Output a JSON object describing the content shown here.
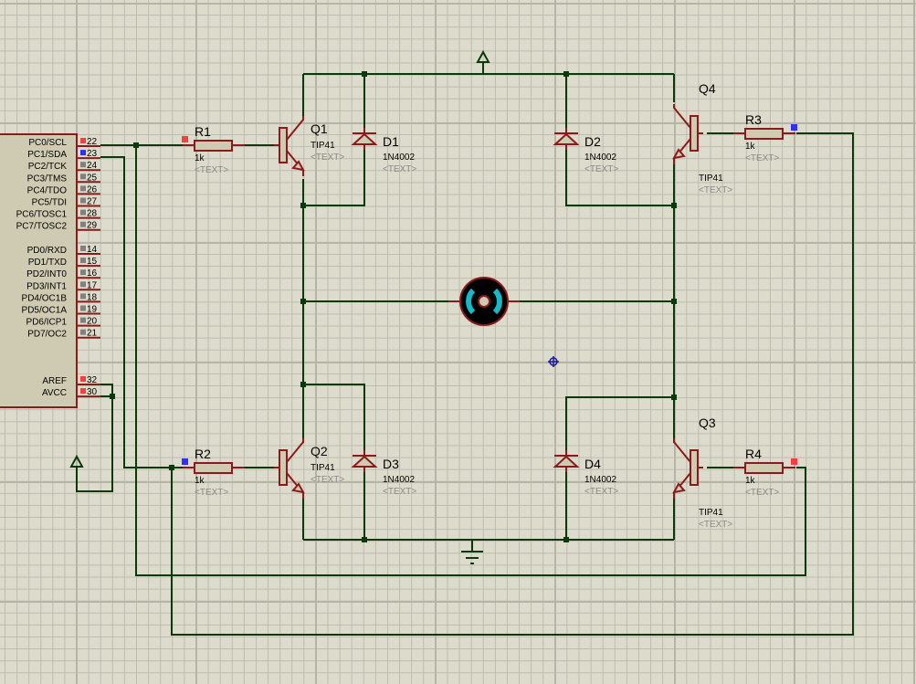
{
  "app": "Proteus ISIS schematic",
  "colors": {
    "background": "#dddccc",
    "wire": "#0a3a0a",
    "component_outline": "#8b1a1a",
    "component_fill": "#cfcbb2",
    "pin_red": "#f04040",
    "pin_blue": "#3030f0",
    "motor_body": "#000000",
    "motor_accent": "#18b8c8",
    "text_muted": "#8a8a8a"
  },
  "mcu": {
    "port_c_pins": [
      {
        "name": "PC0/SCL",
        "number": "22",
        "state": "red"
      },
      {
        "name": "PC1/SDA",
        "number": "23",
        "state": "blue"
      },
      {
        "name": "PC2/TCK",
        "number": "24",
        "state": "gray"
      },
      {
        "name": "PC3/TMS",
        "number": "25",
        "state": "gray"
      },
      {
        "name": "PC4/TDO",
        "number": "26",
        "state": "gray"
      },
      {
        "name": "PC5/TDI",
        "number": "27",
        "state": "gray"
      },
      {
        "name": "PC6/TOSC1",
        "number": "28",
        "state": "gray"
      },
      {
        "name": "PC7/TOSC2",
        "number": "29",
        "state": "gray"
      }
    ],
    "port_d_pins": [
      {
        "name": "PD0/RXD",
        "number": "14",
        "state": "gray"
      },
      {
        "name": "PD1/TXD",
        "number": "15",
        "state": "gray"
      },
      {
        "name": "PD2/INT0",
        "number": "16",
        "state": "gray"
      },
      {
        "name": "PD3/INT1",
        "number": "17",
        "state": "gray"
      },
      {
        "name": "PD4/OC1B",
        "number": "18",
        "state": "gray"
      },
      {
        "name": "PD5/OC1A",
        "number": "19",
        "state": "gray"
      },
      {
        "name": "PD6/ICP1",
        "number": "20",
        "state": "gray"
      },
      {
        "name": "PD7/OC2",
        "number": "21",
        "state": "gray"
      }
    ],
    "power_pins": [
      {
        "name": "AREF",
        "number": "32",
        "state": "red"
      },
      {
        "name": "AVCC",
        "number": "30",
        "state": "red"
      }
    ]
  },
  "resistors": [
    {
      "ref": "R1",
      "value": "1k",
      "text": "<TEXT>",
      "pin_state": "red"
    },
    {
      "ref": "R2",
      "value": "1k",
      "text": "<TEXT>",
      "pin_state": "blue"
    },
    {
      "ref": "R3",
      "value": "1k",
      "text": "<TEXT>",
      "pin_state": "blue"
    },
    {
      "ref": "R4",
      "value": "1k",
      "text": "<TEXT>",
      "pin_state": "red"
    }
  ],
  "transistors": [
    {
      "ref": "Q1",
      "part": "TIP41",
      "text": "<TEXT>"
    },
    {
      "ref": "Q2",
      "part": "TIP41",
      "text": "<TEXT>"
    },
    {
      "ref": "Q3",
      "part": "TIP41",
      "text": "<TEXT>"
    },
    {
      "ref": "Q4",
      "part": "TIP41",
      "text": "<TEXT>"
    }
  ],
  "diodes": [
    {
      "ref": "D1",
      "part": "1N4002",
      "text": "<TEXT>"
    },
    {
      "ref": "D2",
      "part": "1N4002",
      "text": "<TEXT>"
    },
    {
      "ref": "D3",
      "part": "1N4002",
      "text": "<TEXT>"
    },
    {
      "ref": "D4",
      "part": "1N4002",
      "text": "<TEXT>"
    }
  ],
  "symbols": {
    "power": "power-terminal",
    "ground": "ground-terminal",
    "motor": "dc-motor",
    "cursor": "crosshair-origin"
  }
}
